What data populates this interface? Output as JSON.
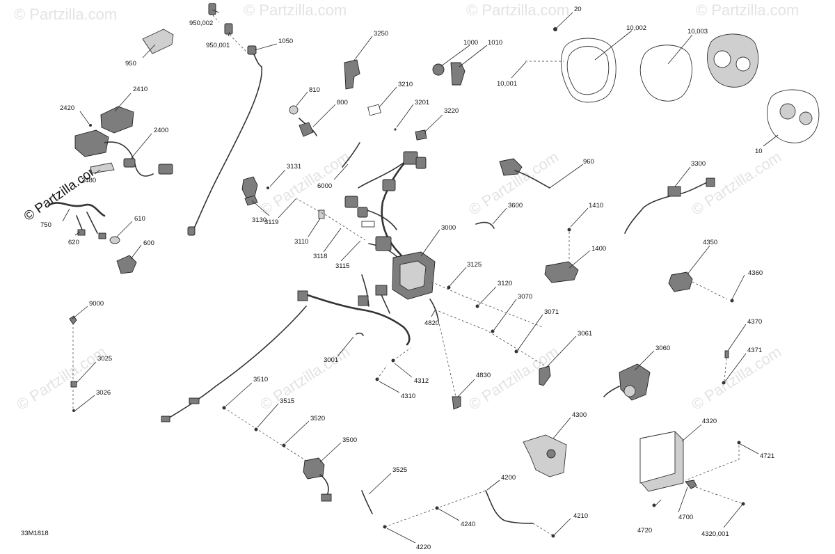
{
  "watermark": "© Partzilla.com",
  "diagram_code": "33M1818",
  "callouts": [
    "950",
    "950,002",
    "950,001",
    "1050",
    "2420",
    "2410",
    "2400",
    "2480",
    "750",
    "620",
    "610",
    "600",
    "810",
    "800",
    "3250",
    "3000",
    "1000",
    "1010",
    "3210",
    "3201",
    "3220",
    "20",
    "10,002",
    "10,003",
    "10,001",
    "10",
    "3131",
    "3130",
    "3119",
    "6000",
    "3110",
    "3118",
    "3115",
    "960",
    "3300",
    "3600",
    "1410",
    "1400",
    "4350",
    "4360",
    "3125",
    "3120",
    "3070",
    "3071",
    "3061",
    "4820",
    "3001",
    "4312",
    "4310",
    "4830",
    "9000",
    "3025",
    "3026",
    "3510",
    "3515",
    "3520",
    "3500",
    "3525",
    "3060",
    "4370",
    "4371",
    "4300",
    "4320",
    "4721",
    "4200",
    "4240",
    "4210",
    "4220",
    "4700",
    "4720",
    "4320,001"
  ]
}
